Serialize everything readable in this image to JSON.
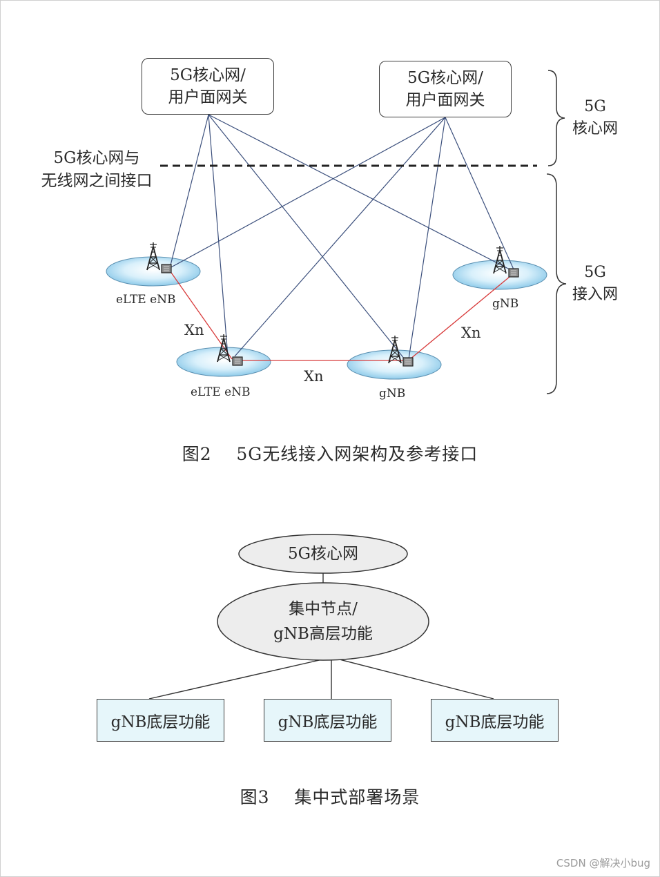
{
  "figure2": {
    "core_gateways": [
      {
        "line1": "5G核心网/",
        "line2": "用户面网关"
      },
      {
        "line1": "5G核心网/",
        "line2": "用户面网关"
      }
    ],
    "interface_label": {
      "line1": "5G核心网与",
      "line2": "无线网之间接口"
    },
    "section_core": {
      "line1": "5G",
      "line2": "核心网"
    },
    "section_access": {
      "line1": "5G",
      "line2": "接入网"
    },
    "base_stations": [
      {
        "label": "eLTE eNB"
      },
      {
        "label": "eLTE eNB"
      },
      {
        "label": "gNB"
      },
      {
        "label": "gNB"
      }
    ],
    "xn_labels": [
      "Xn",
      "Xn",
      "Xn"
    ],
    "caption": "图2    5G无线接入网架构及参考接口"
  },
  "figure3": {
    "core": "5G核心网",
    "central_node": {
      "line1": "集中节点/",
      "line2": "gNB高层功能"
    },
    "low_functions": [
      "gNB底层功能",
      "gNB底层功能",
      "gNB底层功能"
    ],
    "caption": "图3    集中式部署场景"
  },
  "watermark": "CSDN @解决小bug",
  "colors": {
    "link_core": "#3b4f7c",
    "link_xn": "#d83a3a",
    "cell_fill": "#bfe3f5",
    "low_box_fill": "#e6f6fa"
  }
}
